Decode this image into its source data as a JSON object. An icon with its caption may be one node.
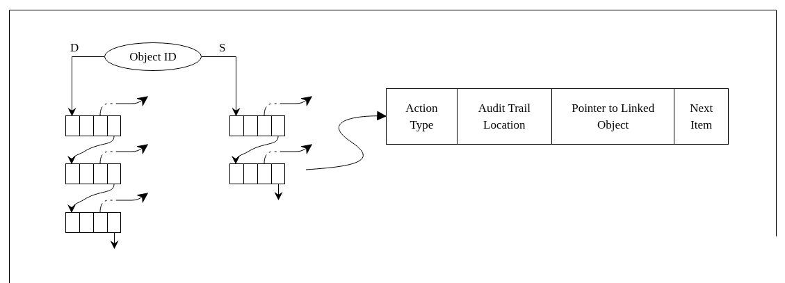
{
  "diagram": {
    "nodes": [
      {
        "text": [
          "Object ID"
        ]
      },
      {
        "text": [],
        "shape": "box"
      },
      {
        "text": [],
        "shape": "box"
      },
      {
        "text": [],
        "shape": "box"
      },
      {
        "text": [],
        "shape": "box"
      },
      {
        "text": [],
        "shape": "box"
      },
      {
        "text": [
          "Action Type",
          "Audit Trail Location",
          "Pointer to Linked Object",
          "Next Item"
        ]
      }
    ],
    "edges": [
      {
        "from": 0,
        "to": 1,
        "arrow": "to",
        "label": "D"
      },
      {
        "from": 0,
        "to": 4,
        "arrow": "to",
        "label": "S"
      },
      {
        "from": 1,
        "to": null,
        "arrow": "to",
        "style": "dashed"
      },
      {
        "from": 1,
        "to": 2,
        "arrow": "to"
      },
      {
        "from": 2,
        "to": null,
        "arrow": "to",
        "style": "dashed"
      },
      {
        "from": 2,
        "to": 3,
        "arrow": "to"
      },
      {
        "from": 3,
        "to": null,
        "arrow": "to",
        "style": "dashed"
      },
      {
        "from": 3,
        "to": null,
        "arrow": "to"
      },
      {
        "from": 4,
        "to": null,
        "arrow": "to",
        "style": "dashed"
      },
      {
        "from": 4,
        "to": 5,
        "arrow": "to"
      },
      {
        "from": 5,
        "to": null,
        "arrow": "to",
        "style": "dashed"
      },
      {
        "from": 5,
        "to": null,
        "arrow": "to"
      },
      {
        "from": 5,
        "to": 6,
        "arrow": "to"
      }
    ]
  }
}
